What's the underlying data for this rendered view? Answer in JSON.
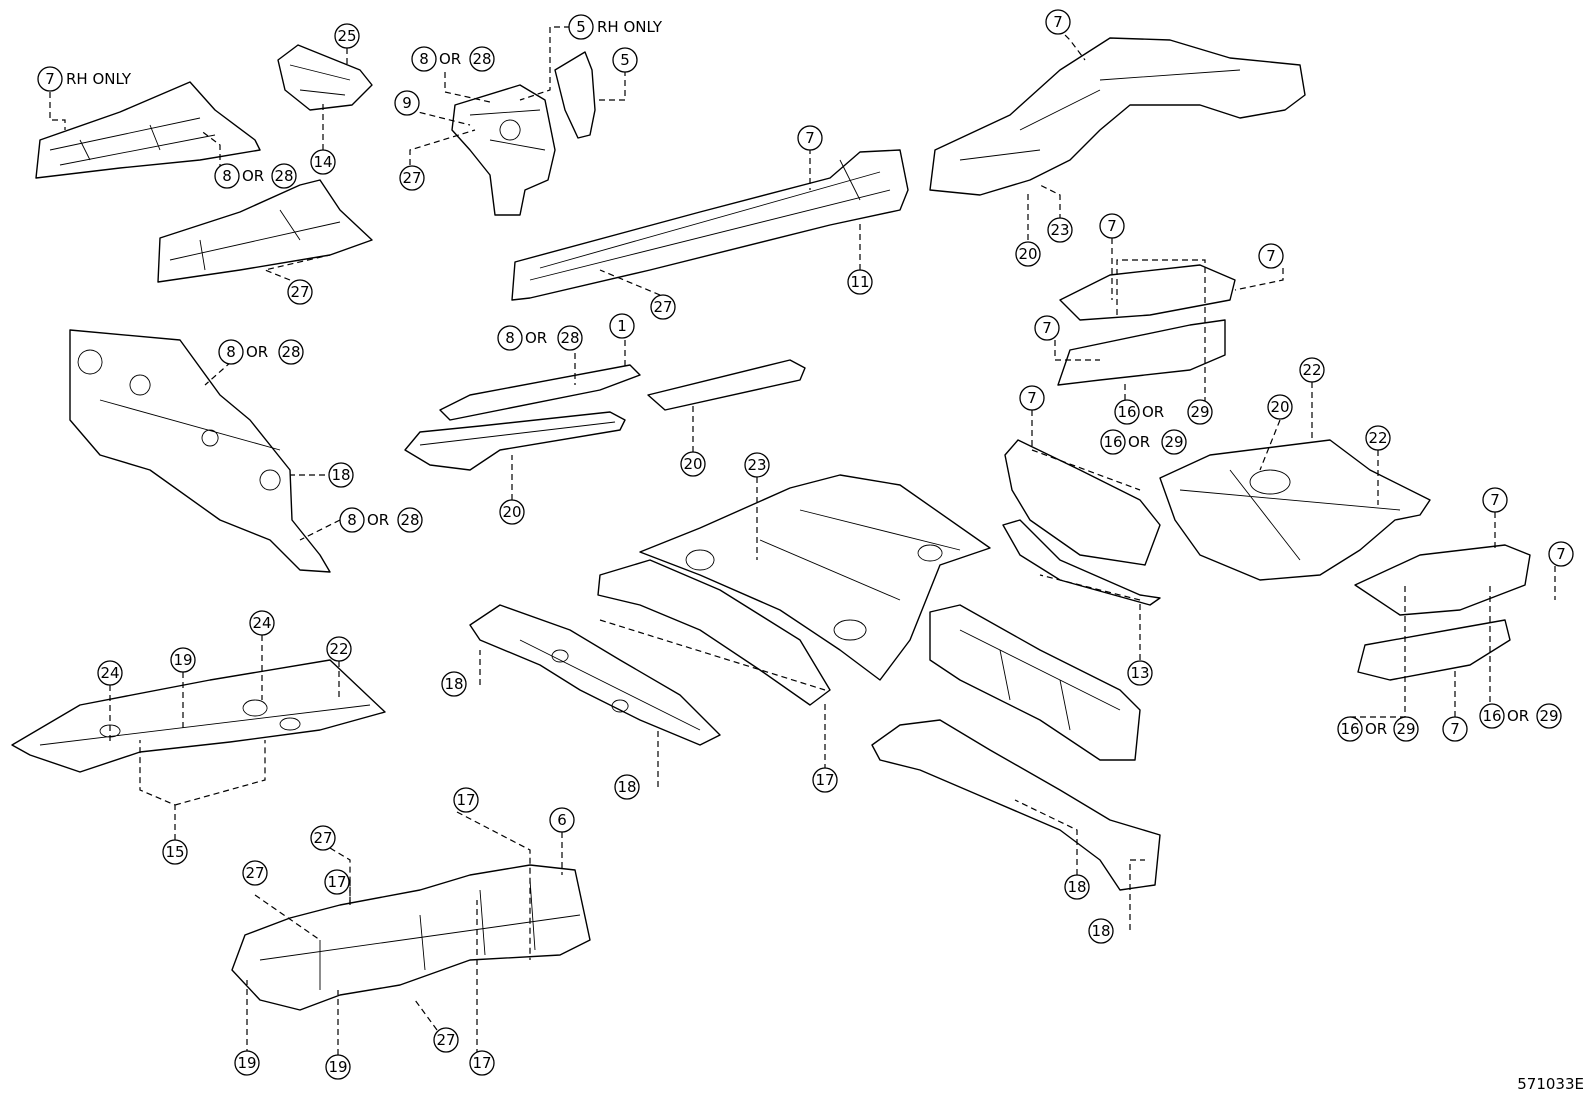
{
  "figure_code": "571033E",
  "notes": {
    "rh_only": "RH ONLY",
    "or": "OR"
  },
  "callouts": [
    {
      "id": "c7-rh",
      "num": "7"
    },
    {
      "id": "c8-a",
      "num": "8"
    },
    {
      "id": "c28-a",
      "num": "28"
    },
    {
      "id": "c25",
      "num": "25"
    },
    {
      "id": "c14",
      "num": "14"
    },
    {
      "id": "c8-b",
      "num": "8"
    },
    {
      "id": "c28-b",
      "num": "28"
    },
    {
      "id": "c9",
      "num": "9"
    },
    {
      "id": "c27-a",
      "num": "27"
    },
    {
      "id": "c5-rh",
      "num": "5"
    },
    {
      "id": "c5",
      "num": "5"
    },
    {
      "id": "c27-b",
      "num": "27"
    },
    {
      "id": "c7-a",
      "num": "7"
    },
    {
      "id": "c11",
      "num": "11"
    },
    {
      "id": "c27-c",
      "num": "27"
    },
    {
      "id": "c7-b",
      "num": "7"
    },
    {
      "id": "c20-a",
      "num": "20"
    },
    {
      "id": "c23-a",
      "num": "23"
    },
    {
      "id": "c8-c",
      "num": "8"
    },
    {
      "id": "c28-c",
      "num": "28"
    },
    {
      "id": "c18-a",
      "num": "18"
    },
    {
      "id": "c8-d",
      "num": "8"
    },
    {
      "id": "c28-d",
      "num": "28"
    },
    {
      "id": "c8-e",
      "num": "8"
    },
    {
      "id": "c28-e",
      "num": "28"
    },
    {
      "id": "c1",
      "num": "1"
    },
    {
      "id": "c20-b",
      "num": "20"
    },
    {
      "id": "c20-c",
      "num": "20"
    },
    {
      "id": "c7-c",
      "num": "7"
    },
    {
      "id": "c7-d",
      "num": "7"
    },
    {
      "id": "c7-e",
      "num": "7"
    },
    {
      "id": "c16-a",
      "num": "16"
    },
    {
      "id": "c29-a",
      "num": "29"
    },
    {
      "id": "c16-b",
      "num": "16"
    },
    {
      "id": "c29-b",
      "num": "29"
    },
    {
      "id": "c22-a",
      "num": "22"
    },
    {
      "id": "c20-d",
      "num": "20"
    },
    {
      "id": "c22-b",
      "num": "22"
    },
    {
      "id": "c7-f",
      "num": "7"
    },
    {
      "id": "c13",
      "num": "13"
    },
    {
      "id": "c7-g",
      "num": "7"
    },
    {
      "id": "c7-h",
      "num": "7"
    },
    {
      "id": "c16-c",
      "num": "16"
    },
    {
      "id": "c29-c",
      "num": "29"
    },
    {
      "id": "c7-i",
      "num": "7"
    },
    {
      "id": "c16-d",
      "num": "16"
    },
    {
      "id": "c29-d",
      "num": "29"
    },
    {
      "id": "c23-b",
      "num": "23"
    },
    {
      "id": "c18-b",
      "num": "18"
    },
    {
      "id": "c18-c",
      "num": "18"
    },
    {
      "id": "c17-a",
      "num": "17"
    },
    {
      "id": "c24-a",
      "num": "24"
    },
    {
      "id": "c19-a",
      "num": "19"
    },
    {
      "id": "c24-b",
      "num": "24"
    },
    {
      "id": "c22-c",
      "num": "22"
    },
    {
      "id": "c15",
      "num": "15"
    },
    {
      "id": "c18-d",
      "num": "18"
    },
    {
      "id": "c18-e",
      "num": "18"
    },
    {
      "id": "c27-d",
      "num": "27"
    },
    {
      "id": "c27-e",
      "num": "27"
    },
    {
      "id": "c17-b",
      "num": "17"
    },
    {
      "id": "c17-c",
      "num": "17"
    },
    {
      "id": "c6",
      "num": "6"
    },
    {
      "id": "c19-b",
      "num": "19"
    },
    {
      "id": "c19-c",
      "num": "19"
    },
    {
      "id": "c27-f",
      "num": "27"
    },
    {
      "id": "c17-d",
      "num": "17"
    }
  ]
}
